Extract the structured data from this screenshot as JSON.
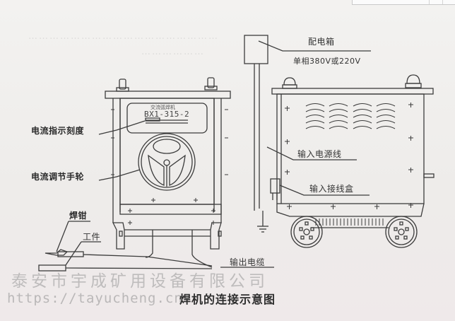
{
  "diagram": {
    "title": "焊机的连接示意图",
    "left_machine": {
      "nameplate_header": "交流弧焊机",
      "model": "BX1-315-2",
      "labels": {
        "current_scale": "电流指示刻度",
        "current_handwheel": "电流调节手轮",
        "welding_clamp": "焊钳",
        "workpiece": "工件"
      }
    },
    "right_machine": {
      "labels": {
        "distribution_box": "配电箱",
        "supply_voltage": "单相380V或220V",
        "input_power_cable": "输入电源线",
        "input_terminal_box": "输入接线盒"
      }
    },
    "shared_labels": {
      "output_cable": "输出电缆"
    }
  },
  "watermark": {
    "company": "泰安市宇成矿用设备有限公司",
    "url": "https://tayucheng.cn"
  },
  "colors": {
    "line": "#3a3a3a",
    "paper": "#f1efee",
    "watermark": "#969696"
  }
}
